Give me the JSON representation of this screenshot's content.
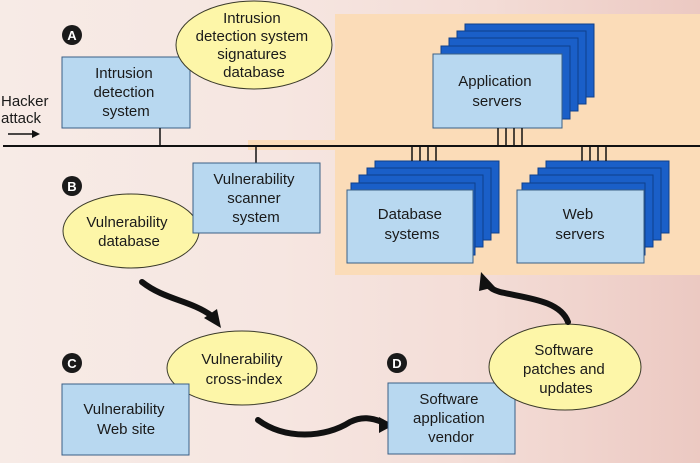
{
  "colors": {
    "box_fill": "#b8d8f0",
    "stack_back": "#1a5fc8",
    "ellipse_fill": "#fdf6a8",
    "panel_fill": "#fbdcb8",
    "badge_fill": "#1a1a1a"
  },
  "badges": {
    "a": "A",
    "b": "B",
    "c": "C",
    "d": "D"
  },
  "hacker_attack": [
    "Hacker",
    "attack"
  ],
  "nodes": {
    "ids": {
      "label": [
        "Intrusion",
        "detection",
        "system"
      ]
    },
    "ids_db": {
      "label": [
        "Intrusion",
        "detection system",
        "signatures",
        "database"
      ]
    },
    "app_servers": {
      "label": [
        "Application",
        "servers"
      ]
    },
    "vuln_scanner": {
      "label": [
        "Vulnerability",
        "scanner",
        "system"
      ]
    },
    "vuln_db": {
      "label": [
        "Vulnerability",
        "database"
      ]
    },
    "db_systems": {
      "label": [
        "Database",
        "systems"
      ]
    },
    "web_servers": {
      "label": [
        "Web",
        "servers"
      ]
    },
    "vuln_index": {
      "label": [
        "Vulnerability",
        "cross-index"
      ]
    },
    "vuln_site": {
      "label": [
        "Vulnerability",
        "Web site"
      ]
    },
    "vendor": {
      "label": [
        "Software",
        "application",
        "vendor"
      ]
    },
    "patches": {
      "label": [
        "Software",
        "patches and",
        "updates"
      ]
    }
  }
}
